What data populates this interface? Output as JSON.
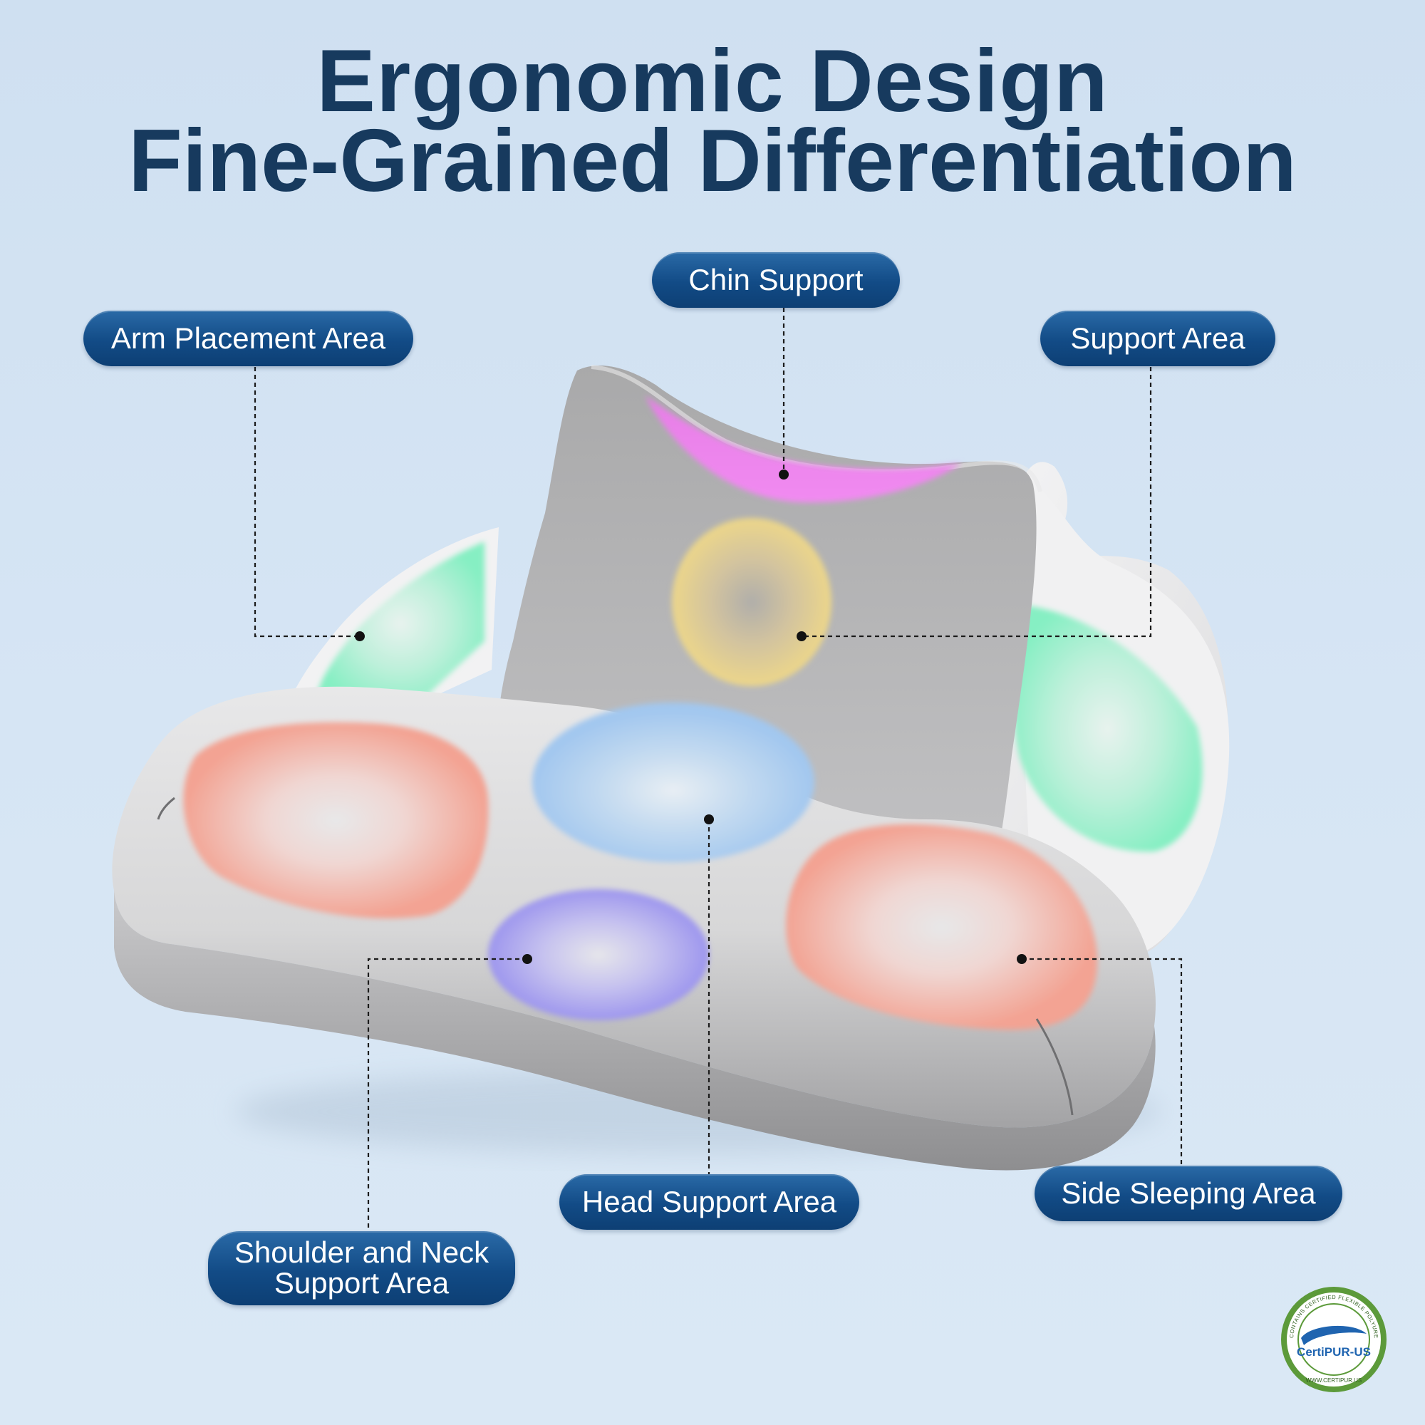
{
  "headline": {
    "line1": "Ergonomic Design",
    "line2": "Fine-Grained Differentiation"
  },
  "labels": {
    "chin": "Chin Support",
    "arm": "Arm Placement Area",
    "support": "Support Area",
    "head": "Head Support Area",
    "side": "Side Sleeping Area",
    "shoulder_line1": "Shoulder and Neck",
    "shoulder_line2": "Support Area"
  },
  "badge": {
    "logo": "CertiPUR-US",
    "ring_text": "CONTAINS CERTIFIED FLEXIBLE POLYURETHANE FOAM",
    "url": "WWW.CERTIPUR.US"
  },
  "colors": {
    "background": "#d3e3f3",
    "headline": "#173a5e",
    "pill": "#124b86",
    "chin_zone": "#ee82ee",
    "support_zone": "#ecd48a",
    "arm_zone": "#8ff2c8",
    "head_zone": "#9ec6ef",
    "side_zone": "#f3a898",
    "shoulder_zone": "#a49ef0",
    "badge_green": "#5c9a3a",
    "badge_blue": "#1f64b0"
  }
}
